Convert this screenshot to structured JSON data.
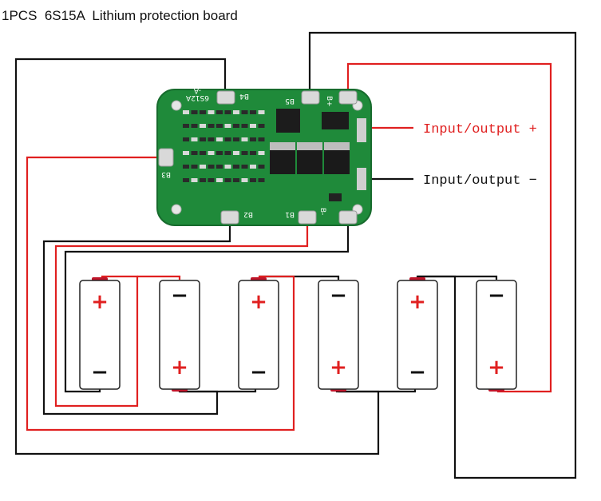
{
  "title": "1PCS  6S15A  Lithium protection board",
  "io": {
    "positive": "Input/output +",
    "negative": "Input/output −"
  },
  "board": {
    "model": "6S12A",
    "suffix": "-A",
    "pads": [
      "B4",
      "B5",
      "B+",
      "B3",
      "B2",
      "B1",
      "B-"
    ]
  },
  "cell_signs": {
    "plus": "+",
    "minus": "−"
  },
  "colors": {
    "board_green": "#1f8a3a",
    "wire_red": "#e02020",
    "wire_black": "#111111",
    "terminal_red": "#c0152a"
  }
}
